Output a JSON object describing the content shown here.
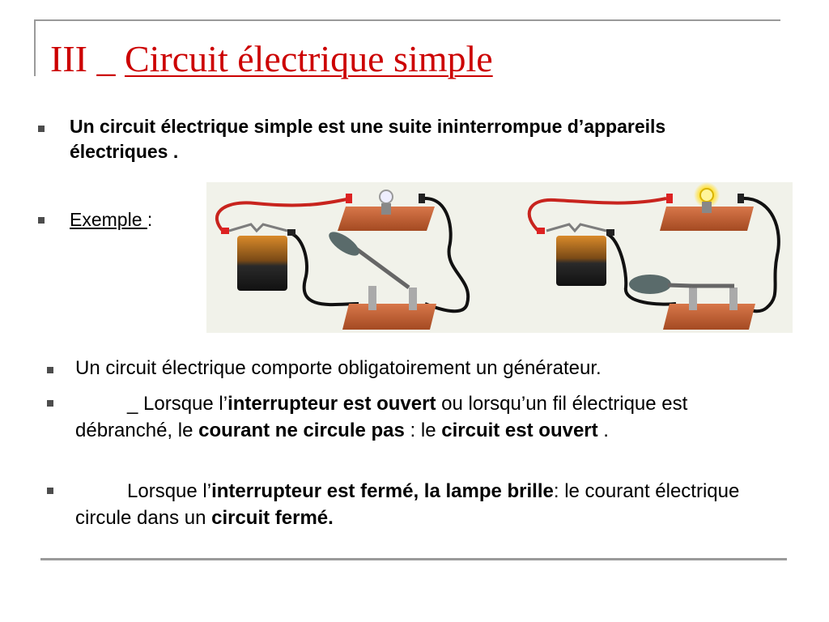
{
  "slide": {
    "title_prefix": "III _ ",
    "title_main": "Circuit électrique simple",
    "intro": "Un circuit électrique simple est une suite ininterrompue d’appareils électriques .",
    "example_label": "Exemple ",
    "example_colon": ":",
    "bullet_generator": "Un circuit électrique comporte obligatoirement un générateur.",
    "bullet_open": {
      "a": "_ Lorsque l’",
      "b": "interrupteur est ouvert",
      "c": " ou lorsqu’un fil électrique est débranché, le ",
      "d": "courant ne circule pas",
      "e": " : le ",
      "f": "circuit est ouvert",
      "g": " ."
    },
    "bullet_closed": {
      "a": "Lorsque l’",
      "b": "interrupteur est fermé, la lampe brille",
      "c": ": le courant électrique circule dans un ",
      "d": "circuit fermé."
    }
  },
  "colors": {
    "title": "#cc0000",
    "bullet": "#4d4d4d",
    "rule": "#9a9a9a"
  }
}
